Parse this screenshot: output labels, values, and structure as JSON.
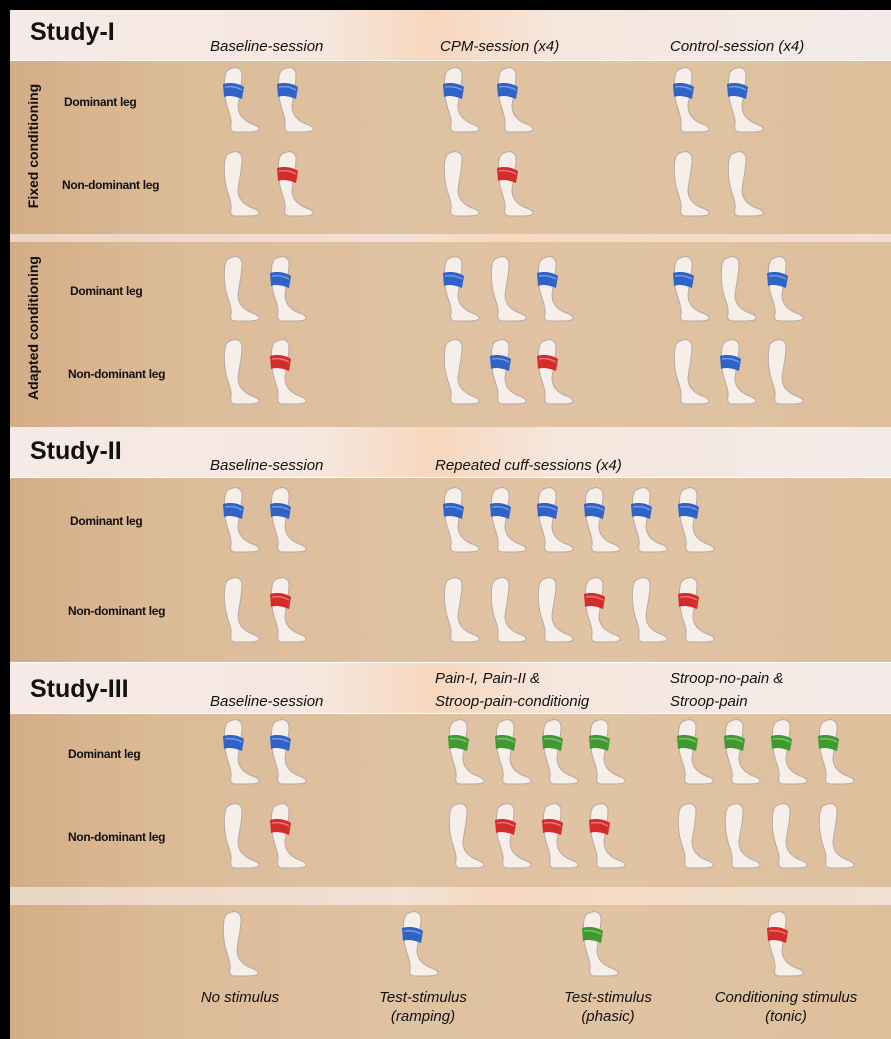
{
  "colors": {
    "ramping": "#2f63c8",
    "phasic": "#3f9a2f",
    "tonic": "#d42b2b",
    "leg_fill": "#f6eee9",
    "leg_stroke": "#b9aaa2"
  },
  "study1": {
    "title": "Study-I",
    "sessions": [
      "Baseline-session",
      "CPM-session (x4)",
      "Control-session (x4)"
    ],
    "fixed": {
      "group_label": "Fixed conditioning",
      "rows": [
        {
          "label": "Dominant leg",
          "legs": [
            [
              "ramping",
              "ramping"
            ],
            [
              "ramping",
              "ramping"
            ],
            [
              "ramping",
              "ramping"
            ]
          ]
        },
        {
          "label": "Non-dominant leg",
          "legs": [
            [
              "none",
              "tonic"
            ],
            [
              "none",
              "tonic"
            ],
            [
              "none",
              "none"
            ]
          ]
        }
      ]
    },
    "adapted": {
      "group_label": "Adapted conditioning",
      "rows": [
        {
          "label": "Dominant leg",
          "legs": [
            [
              "none",
              "ramping"
            ],
            [
              "ramping",
              "none",
              "ramping"
            ],
            [
              "ramping",
              "none",
              "ramping"
            ]
          ]
        },
        {
          "label": "Non-dominant leg",
          "legs": [
            [
              "none",
              "tonic"
            ],
            [
              "none",
              "ramping",
              "tonic"
            ],
            [
              "none",
              "ramping",
              "none"
            ]
          ]
        }
      ]
    }
  },
  "study2": {
    "title": "Study-II",
    "sessions": [
      "Baseline-session",
      "Repeated cuff-sessions (x4)"
    ],
    "rows": [
      {
        "label": "Dominant leg",
        "legs": [
          [
            "ramping",
            "ramping"
          ],
          [
            "ramping",
            "ramping",
            "ramping",
            "ramping",
            "ramping",
            "ramping"
          ]
        ]
      },
      {
        "label": "Non-dominant leg",
        "legs": [
          [
            "none",
            "tonic"
          ],
          [
            "none",
            "none",
            "none",
            "tonic",
            "none",
            "tonic"
          ]
        ]
      }
    ]
  },
  "study3": {
    "title": "Study-III",
    "session1": "Baseline-session",
    "session2_line1": "Pain-I, Pain-II &",
    "session2_line2": "Stroop-pain-conditionig",
    "session3_line1": "Stroop-no-pain &",
    "session3_line2": "Stroop-pain",
    "rows": [
      {
        "label": "Dominant leg",
        "legs": [
          [
            "ramping",
            "ramping"
          ],
          [
            "phasic",
            "phasic",
            "phasic",
            "phasic"
          ],
          [
            "phasic",
            "phasic",
            "phasic",
            "phasic"
          ]
        ]
      },
      {
        "label": "Non-dominant leg",
        "legs": [
          [
            "none",
            "tonic"
          ],
          [
            "none",
            "tonic",
            "tonic",
            "tonic"
          ],
          [
            "none",
            "none",
            "none",
            "none"
          ]
        ]
      }
    ]
  },
  "legend": [
    {
      "type": "none",
      "line1": "No stimulus",
      "line2": ""
    },
    {
      "type": "ramping",
      "line1": "Test-stimulus",
      "line2": "(ramping)"
    },
    {
      "type": "phasic",
      "line1": "Test-stimulus",
      "line2": "(phasic)"
    },
    {
      "type": "tonic",
      "line1": "Conditioning stimulus",
      "line2": "(tonic)"
    }
  ]
}
